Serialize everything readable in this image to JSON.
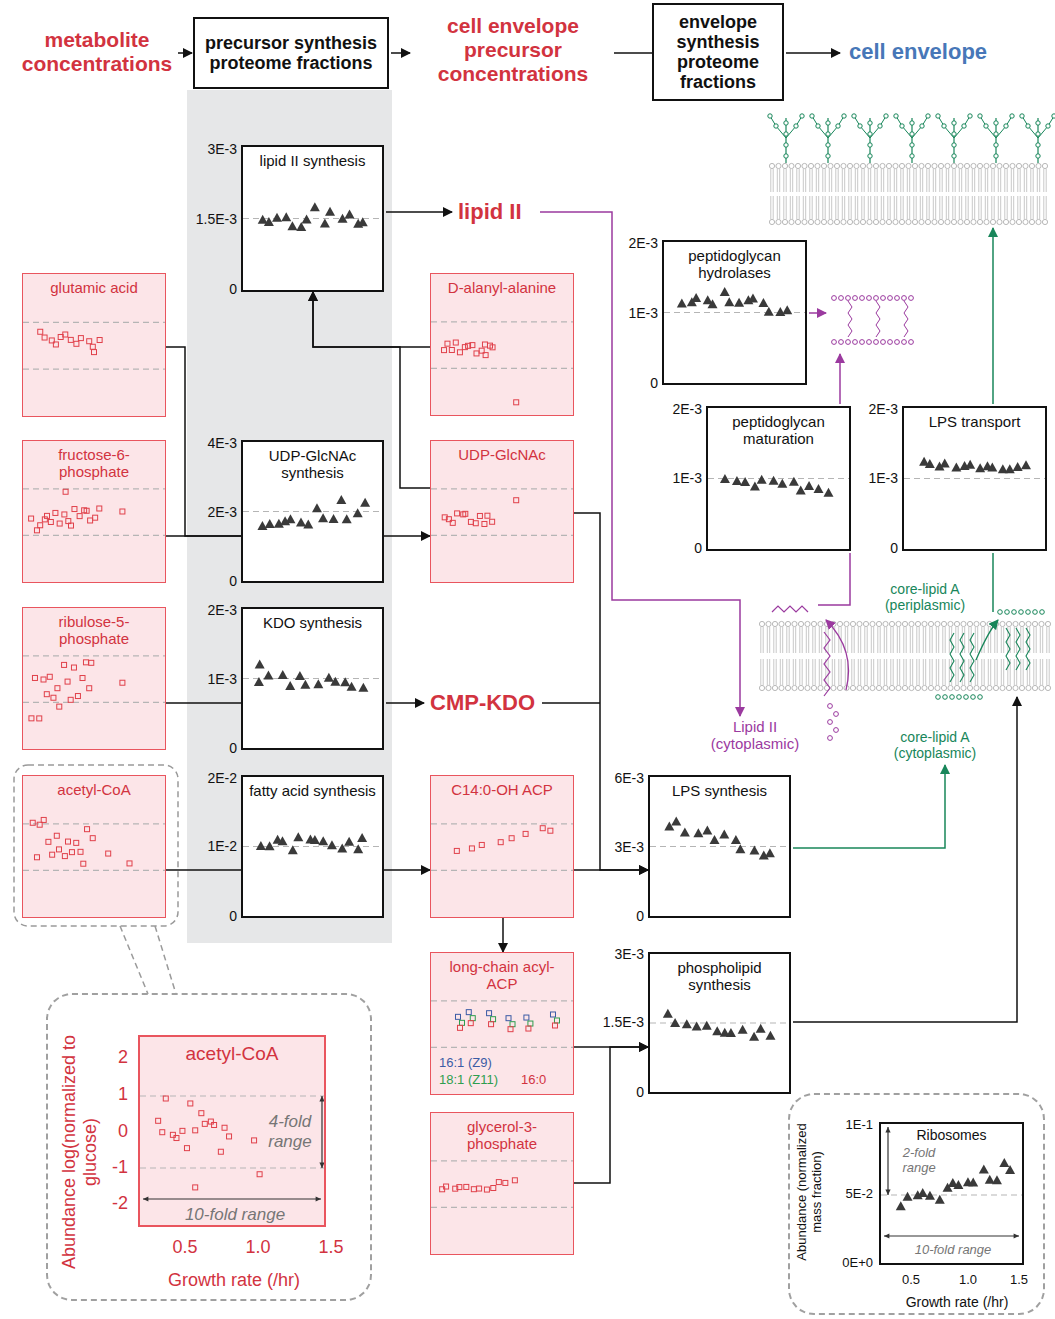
{
  "diagram": {
    "nodes": [
      {
        "text": [
          "precursor synthesis proteome fractions"
        ]
      },
      {
        "text": [
          "envelope synthesis proteome fractions"
        ]
      },
      {
        "text": [
          "lipid II synthesis"
        ]
      },
      {
        "text": [
          "glutamic acid"
        ]
      },
      {
        "text": [
          "D-alanyl-alanine"
        ]
      },
      {
        "text": [
          "fructose-6-phosphate"
        ]
      },
      {
        "text": [
          "UDP-GlcNAc synthesis"
        ]
      },
      {
        "text": [
          "UDP-GlcNAc"
        ]
      },
      {
        "text": [
          "ribulose-5-phosphate"
        ]
      },
      {
        "text": [
          "KDO synthesis"
        ]
      },
      {
        "text": [
          "acetyl-CoA"
        ]
      },
      {
        "text": [
          "fatty acid synthesis"
        ]
      },
      {
        "text": [
          "C14:0-OH ACP"
        ]
      },
      {
        "text": [
          "long-chain acyl-ACP",
          "16:1 (Z9)",
          "18:1 (Z11)",
          "16:0"
        ]
      },
      {
        "text": [
          "glycerol-3-phosphate"
        ]
      },
      {
        "text": [
          "peptidoglycan hydrolases"
        ]
      },
      {
        "text": [
          "peptidoglycan maturation"
        ]
      },
      {
        "text": [
          "LPS transport"
        ]
      },
      {
        "text": [
          "LPS synthesis"
        ]
      },
      {
        "text": [
          "phospholipid synthesis"
        ]
      },
      {
        "text": [
          "Abundance log(normalized to glucose)",
          "Growth rate (/hr)"
        ]
      },
      {
        "text": [
          "acetyl-CoA",
          "4-fold range",
          "10-fold range"
        ],
        "in": 20
      },
      {
        "text": [
          "Abundance (normalized mass fraction)",
          "Growth rate (/hr)"
        ]
      },
      {
        "text": [
          "Ribosomes",
          "2-fold range",
          "10-fold range"
        ],
        "in": 22
      }
    ],
    "edges": [
      {
        "from": 3,
        "to": 6,
        "arrow": "none"
      },
      {
        "from": 5,
        "to": 6,
        "arrow": "none"
      },
      {
        "from": 6,
        "to": 7,
        "arrow": "to"
      },
      {
        "from": 4,
        "to": 2,
        "arrow": "to"
      },
      {
        "from": 7,
        "to": 2,
        "arrow": "to"
      },
      {
        "from": 8,
        "to": 9,
        "arrow": "none"
      },
      {
        "from": 10,
        "to": 11,
        "arrow": "none"
      },
      {
        "from": 11,
        "to": 12,
        "arrow": "to"
      },
      {
        "from": 12,
        "to": 13,
        "arrow": "to"
      },
      {
        "from": 12,
        "to": 18,
        "arrow": "to"
      },
      {
        "from": 7,
        "to": 18,
        "arrow": "to"
      },
      {
        "from": 13,
        "to": 19,
        "arrow": "to"
      },
      {
        "from": 14,
        "to": 19,
        "arrow": "to"
      }
    ],
    "labels": [
      "metabolite concentrations",
      "cell envelope precursor concentrations",
      "cell envelope",
      "3E-3",
      "1.5E-3",
      "0",
      "4E-3",
      "2E-3",
      "0",
      "2E-3",
      "1E-3",
      "0",
      "2E-2",
      "1E-2",
      "0",
      "lipid II",
      "CMP-KDO",
      "2E-3",
      "1E-3",
      "0",
      "2E-3",
      "1E-3",
      "0",
      "2E-3",
      "1E-3",
      "0",
      "core-lipid A (periplasmic)",
      "Lipid II (cytoplasmic)",
      "core-lipid A (cytoplasmic)",
      "6E-3",
      "3E-3",
      "0",
      "3E-3",
      "1.5E-3",
      "0",
      "2",
      "1",
      "0",
      "-1",
      "-2",
      "0.5",
      "1.0",
      "1.5",
      "1E-1",
      "5E-2",
      "0E+0",
      "0.5",
      "1.0",
      "1.5"
    ]
  }
}
